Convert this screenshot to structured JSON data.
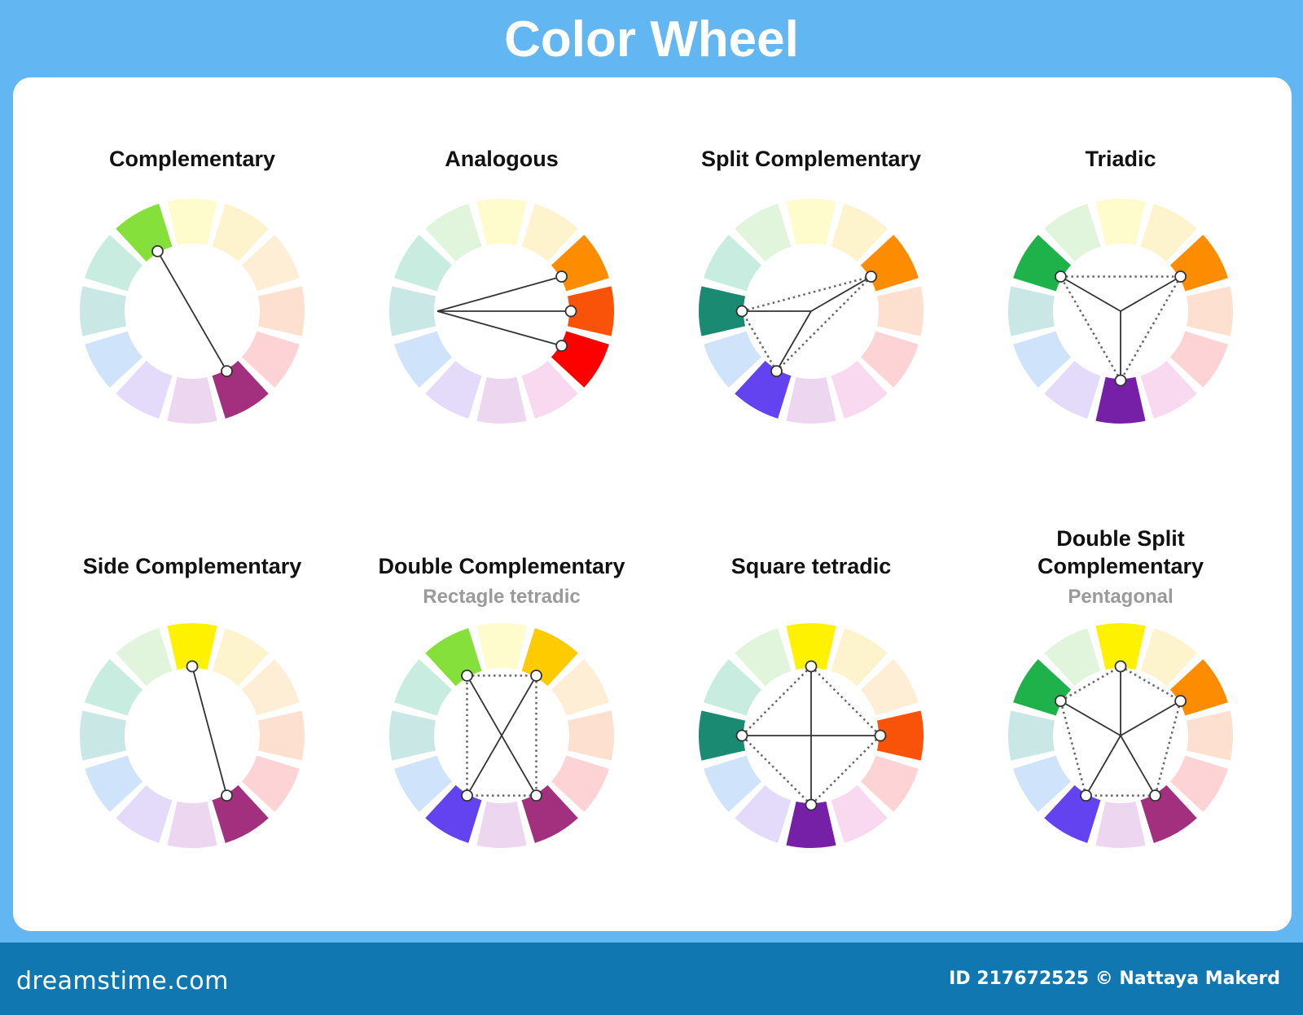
{
  "header": {
    "title": "Color Wheel"
  },
  "footer": {
    "brand": "dreamstime.com",
    "credit": "ID 217672525 © Nattaya Makerd"
  },
  "palette": {
    "pale": [
      "#fefccd",
      "#fdf3cc",
      "#feeed5",
      "#fee0d0",
      "#fdd3d5",
      "#f8d9ef",
      "#ecd6f0",
      "#e4dbfb",
      "#cfe3fb",
      "#c9e7e5",
      "#c8ecdf",
      "#e0f5dc"
    ],
    "header_bg": "#62b6f2",
    "footer_bg": "#1077b0"
  },
  "schemes": [
    {
      "title": "Complementary",
      "subtitle": "",
      "highlights": {
        "11": "#86e03c",
        "5": "#a3307f"
      }
    },
    {
      "title": "Analogous",
      "subtitle": "",
      "highlights": {
        "2": "#fd8c00",
        "3": "#f85308",
        "4": "#fd0000"
      }
    },
    {
      "title": "Split Complementary",
      "subtitle": "",
      "highlights": {
        "2": "#fd8c00",
        "9": "#1a8a72",
        "7": "#6342f0"
      }
    },
    {
      "title": "Triadic",
      "subtitle": "",
      "highlights": {
        "10": "#1fb24b",
        "2": "#fd8c00",
        "6": "#7620a8"
      }
    },
    {
      "title": "Side Complementary",
      "subtitle": "",
      "highlights": {
        "0": "#fef200",
        "5": "#a3307f"
      }
    },
    {
      "title": "Double Complementary",
      "subtitle": "Rectagle tetradic",
      "highlights": {
        "11": "#86e03c",
        "1": "#fecb00",
        "7": "#6342f0",
        "5": "#a3307f"
      }
    },
    {
      "title": "Square tetradic",
      "subtitle": "",
      "highlights": {
        "0": "#fef200",
        "3": "#f85308",
        "6": "#7620a8",
        "9": "#1a8a72"
      }
    },
    {
      "title": "Double Split Complementary",
      "subtitle": "Pentagonal",
      "highlights": {
        "0": "#fef200",
        "2": "#fd8c00",
        "5": "#a3307f",
        "7": "#6342f0",
        "10": "#1fb24b"
      }
    }
  ]
}
